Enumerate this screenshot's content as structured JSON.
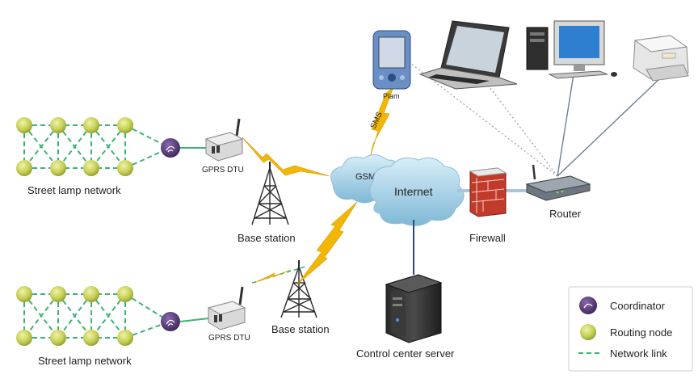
{
  "labels": {
    "street_lamp_network_top": "Street lamp network",
    "street_lamp_network_bottom": "Street lamp network",
    "gprs_dtu_top": "GPRS DTU",
    "gprs_dtu_bottom": "GPRS DTU",
    "base_station_top": "Base station",
    "base_station_bottom": "Base station",
    "gsm": "GSM",
    "sms": "SMS",
    "palm": "Plam",
    "internet": "Internet",
    "firewall": "Firewall",
    "router": "Router",
    "control_center_server": "Control center server"
  },
  "legend": {
    "coordinator": "Coordinator",
    "routing_node": "Routing node",
    "network_link": "Network link"
  },
  "colors": {
    "network_link": "#3cb371",
    "routing_node": "#c8d25a",
    "coordinator": "#4a2f6b",
    "lightning": "#f2b705",
    "cloud": "#a7d3e8",
    "wire": "#6a7f9a"
  }
}
